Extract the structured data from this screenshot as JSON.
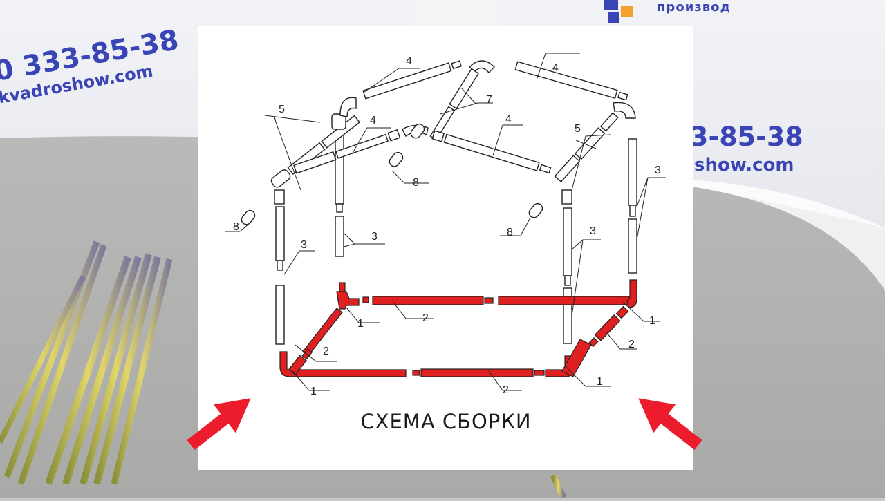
{
  "background": {
    "phone_left": "0 333-85-38",
    "site_left": "kvadroshow.com",
    "phone_right": "3-85-38",
    "site_right": "show.com",
    "brand_right": "производ"
  },
  "diagram": {
    "caption": "СХЕМА СБОРКИ",
    "part_labels": [
      "1",
      "1",
      "1",
      "1",
      "2",
      "2",
      "2",
      "2",
      "3",
      "3",
      "3",
      "3",
      "4",
      "4",
      "4",
      "4",
      "5",
      "5",
      "7",
      "8",
      "8",
      "8"
    ],
    "colors": {
      "base_frame": "#e02020",
      "arrow": "#ec1c2d",
      "outline": "#222222"
    }
  }
}
